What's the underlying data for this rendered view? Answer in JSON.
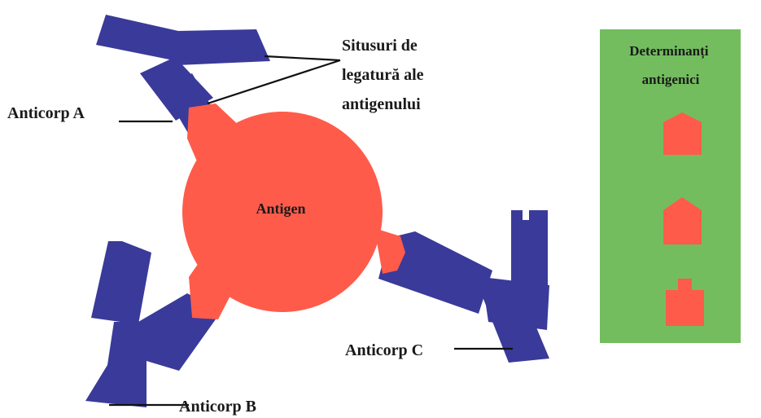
{
  "labels": {
    "binding_sites": [
      "Situsuri de",
      "legatură ale",
      "antigenului"
    ],
    "antibody_a": "Anticorp A",
    "antibody_b": "Anticorp B",
    "antibody_c": "Anticorp C",
    "antigen": "Antigen",
    "determinants_title": [
      "Determinanți",
      "antigenici"
    ]
  },
  "colors": {
    "antibody": "#3a3a9a",
    "antigen": "#ff5b4a",
    "panel": "#73bd5f",
    "text": "#1a1a1a",
    "background": "#ffffff"
  }
}
